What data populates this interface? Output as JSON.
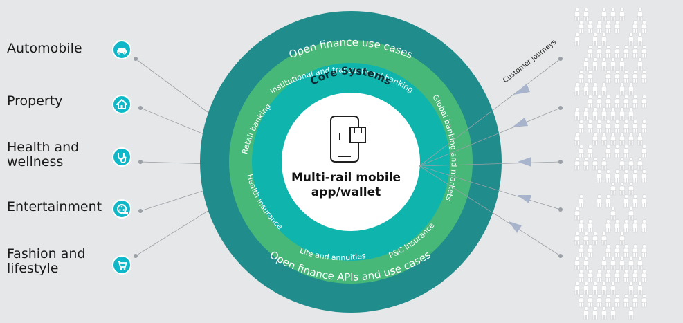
{
  "categories": [
    {
      "label": "Automobile",
      "icon": "car-icon"
    },
    {
      "label": "Property",
      "icon": "house-icon"
    },
    {
      "label": "Health and wellness",
      "icon": "stethoscope-icon"
    },
    {
      "label": "Entertainment",
      "icon": "film-reel-icon"
    },
    {
      "label": "Fashion and lifestyle",
      "icon": "shopping-cart-icon"
    }
  ],
  "rings": {
    "outer_top": "Open finance use cases",
    "outer_bottom": "Open finance APIs and use cases",
    "middle_top": "Institutional and transactional banking",
    "middle_right": "Global banking and markets",
    "middle_left_top": "Retail banking",
    "middle_left_bottom": "Health insurance",
    "middle_bottom": "Life and annuities",
    "middle_bottom_right": "P&C Insurance",
    "inner_top": "Core Systems"
  },
  "center": {
    "line1": "Multi-rail mobile",
    "line2": "app/wallet",
    "icon": "mobile-wallet-icon"
  },
  "customer_journeys": "Customer journeys",
  "colors": {
    "background": "#e6e7e8",
    "outer_ring": "#208c8c",
    "middle_ring": "#48b878",
    "inner_ring": "#0fb5ad",
    "center": "#ffffff",
    "icon_fill": "#0fb8c8",
    "arrow": "#a8b4cc",
    "crowd": "#ffffff"
  }
}
